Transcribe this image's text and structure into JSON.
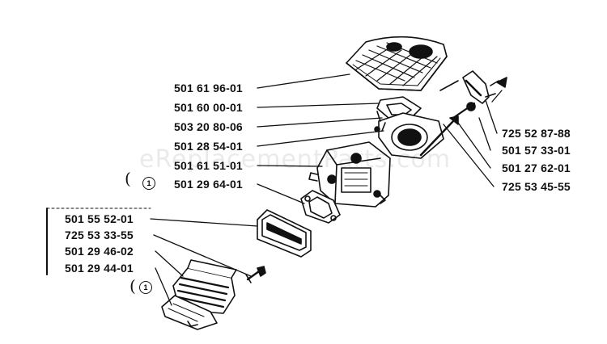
{
  "watermark": "eReplacementParts.com",
  "callouts_left": [
    "501 61 96-01",
    "501 60 00-01",
    "503 20 80-06",
    "501 28 54-01",
    "501 61 51-01",
    "501 29 64-01"
  ],
  "callouts_bottom": [
    "501 55 52-01",
    "725 53 33-55",
    "501 29 46-02",
    "501 29 44-01"
  ],
  "callouts_right": [
    "725 52 87-88",
    "501 57 33-01",
    "501 27 62-01",
    "725 53 45-55"
  ],
  "markers": [
    {
      "symbol": "1"
    },
    {
      "symbol": "1"
    }
  ]
}
